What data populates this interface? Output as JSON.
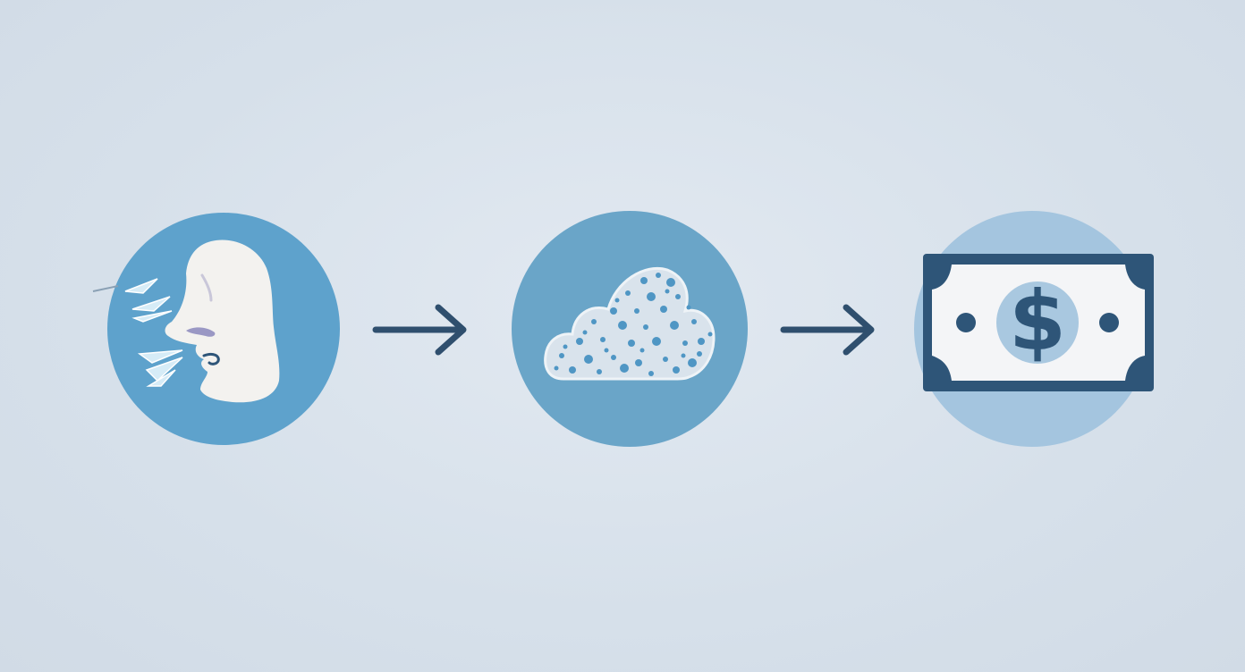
{
  "colors": {
    "background": "#d7e1eb",
    "circle_blue": "#5ea2cc",
    "circle_mid": "#6aa5c8",
    "circle_light": "#a4c5df",
    "face_white": "#f3f2ef",
    "navy": "#2e5578",
    "arrow_navy": "#2f4f6e",
    "particle_blue": "#4f96c4",
    "breath_blue": "#d6ecf7"
  },
  "steps": [
    {
      "id": "breath",
      "icon": "exhaling-face-icon"
    },
    {
      "id": "cloud",
      "icon": "particle-cloud-icon"
    },
    {
      "id": "money",
      "icon": "dollar-bill-icon",
      "symbol": "$"
    }
  ],
  "arrows": [
    {
      "icon": "right-arrow-icon"
    },
    {
      "icon": "right-arrow-icon"
    }
  ]
}
